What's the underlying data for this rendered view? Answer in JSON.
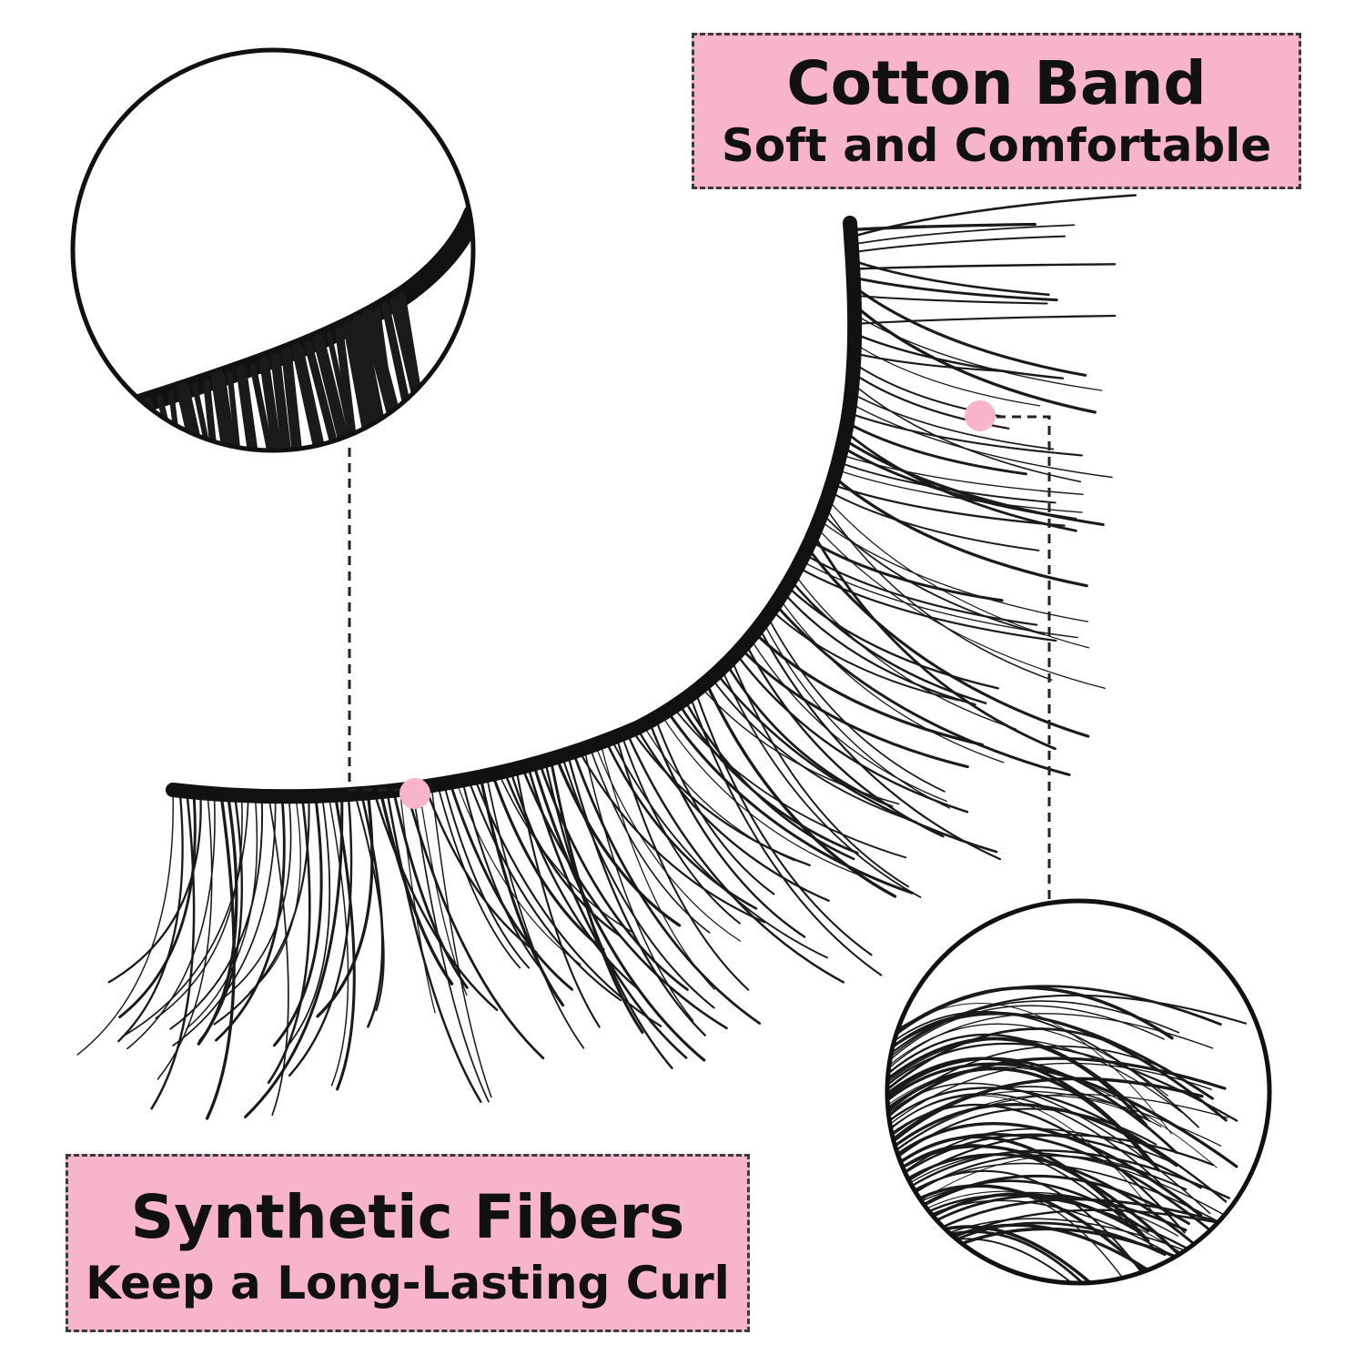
{
  "callouts": {
    "cotton_band": {
      "title": "Cotton Band",
      "subtitle": "Soft and Comfortable"
    },
    "synthetic_fibers": {
      "title": "Synthetic Fibers",
      "subtitle": "Keep a Long-Lasting Curl"
    }
  },
  "colors": {
    "label_background": "#f8b4cc",
    "marker_dot": "#f8b4cc",
    "lash": "#1a1a1a",
    "border": "#3a3a3a"
  }
}
